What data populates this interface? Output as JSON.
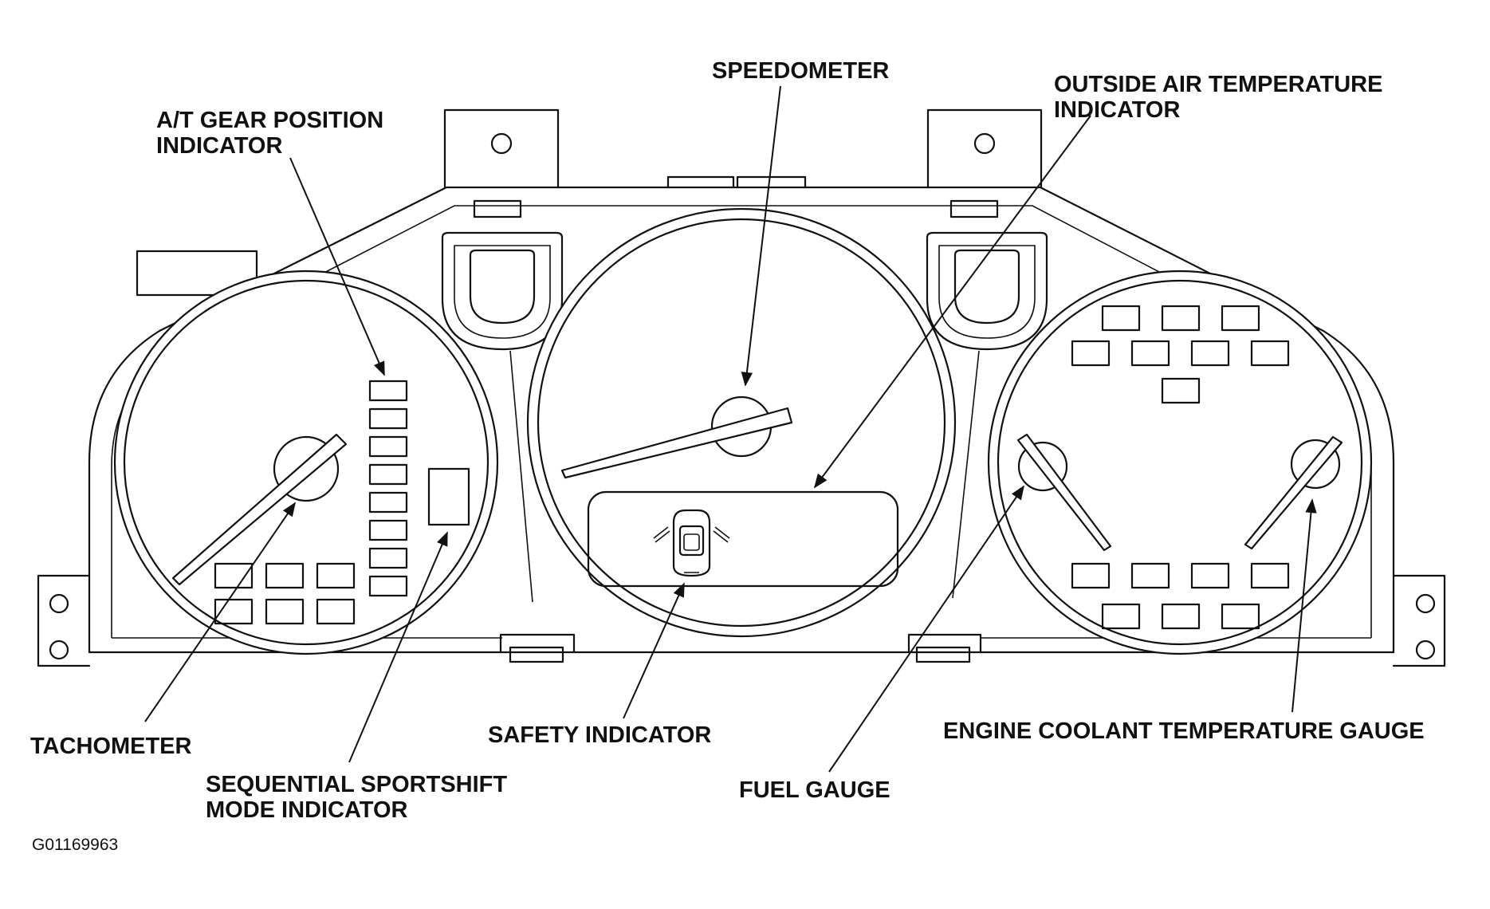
{
  "labels": {
    "speedometer": "SPEEDOMETER",
    "outside_air_temp_line1": "OUTSIDE AIR TEMPERATURE",
    "outside_air_temp_line2": "INDICATOR",
    "gear_position_line1": "A/T GEAR POSITION",
    "gear_position_line2": "INDICATOR",
    "tachometer": "TACHOMETER",
    "sportshift_line1": "SEQUENTIAL SPORTSHIFT",
    "sportshift_line2": "MODE INDICATOR",
    "safety_indicator": "SAFETY INDICATOR",
    "fuel_gauge": "FUEL GAUGE",
    "coolant_gauge": "ENGINE COOLANT TEMPERATURE GAUGE"
  },
  "figure_code": "G01169963",
  "colors": {
    "ink": "#111111",
    "paper": "#ffffff"
  }
}
